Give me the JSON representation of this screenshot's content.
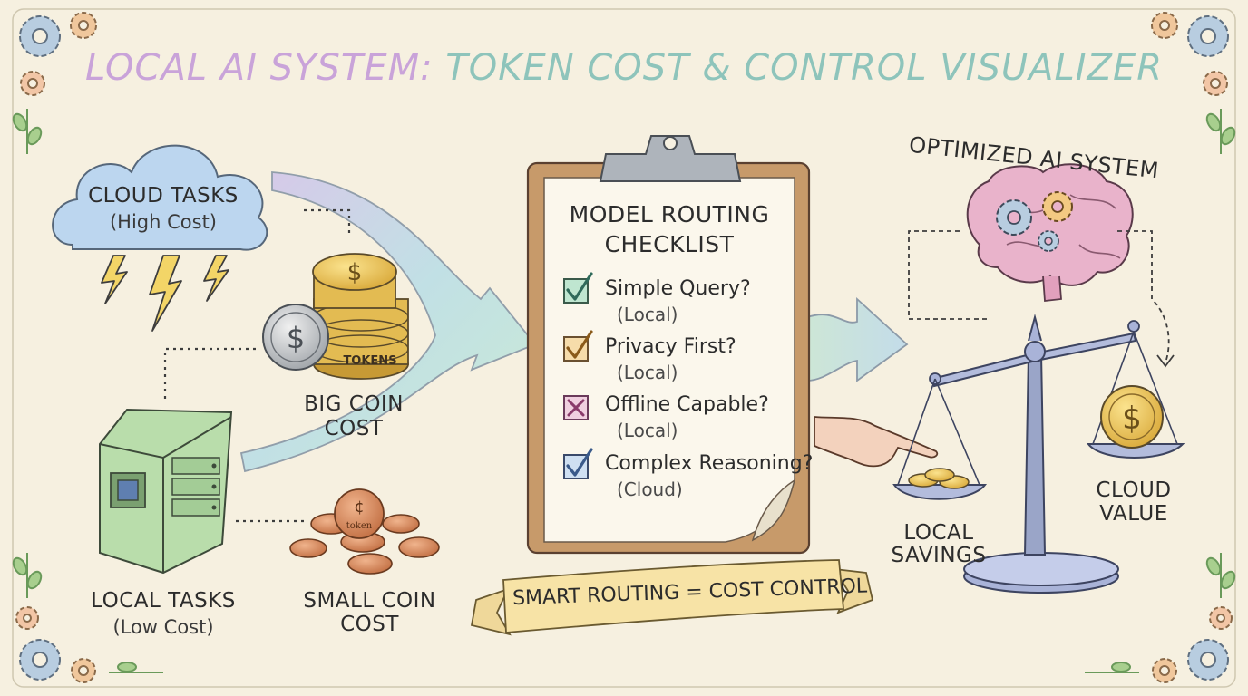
{
  "title": {
    "part1": "LOCAL AI SYSTEM:",
    "part2": "TOKEN COST & CONTROL VISUALIZER"
  },
  "cloud": {
    "label": "CLOUD TASKS",
    "sublabel": "(High Cost)"
  },
  "local": {
    "label": "LOCAL TASKS",
    "sublabel": "(Low Cost)"
  },
  "big_coin": {
    "label_line1": "BIG COIN",
    "label_line2": "COST",
    "stack_label": "TOKENS"
  },
  "small_coin": {
    "label_line1": "SMALL COIN",
    "label_line2": "COST",
    "coin_label": "token"
  },
  "checklist": {
    "title_line1": "MODEL ROUTING",
    "title_line2": "CHECKLIST",
    "items": [
      {
        "question": "Simple Query?",
        "target": "(Local)",
        "status": "check",
        "color": "#7fc9a8"
      },
      {
        "question": "Privacy First?",
        "target": "(Local)",
        "status": "check",
        "color": "#f0c27a"
      },
      {
        "question": "Offline Capable?",
        "target": "(Local)",
        "status": "cross",
        "color": "#d89ab8"
      },
      {
        "question": "Complex Reasoning?",
        "target": "(Cloud)",
        "status": "check",
        "color": "#a8c8e8"
      }
    ]
  },
  "banner": {
    "text": "SMART ROUTING = COST CONTROL"
  },
  "optimized": {
    "title": "OPTIMIZED AI SYSTEM",
    "local_savings_line1": "LOCAL",
    "local_savings_line2": "SAVINGS",
    "cloud_value_line1": "CLOUD",
    "cloud_value_line2": "VALUE"
  },
  "colors": {
    "background": "#f6f0e0",
    "title_purple": "#c9a3d9",
    "title_teal": "#8ec4bb",
    "cloud_blue": "#bcd6ef",
    "gold": "#e8c45a",
    "server_green": "#a9d69a",
    "copper": "#d98b5f",
    "brain_pink": "#e7a9c4"
  }
}
